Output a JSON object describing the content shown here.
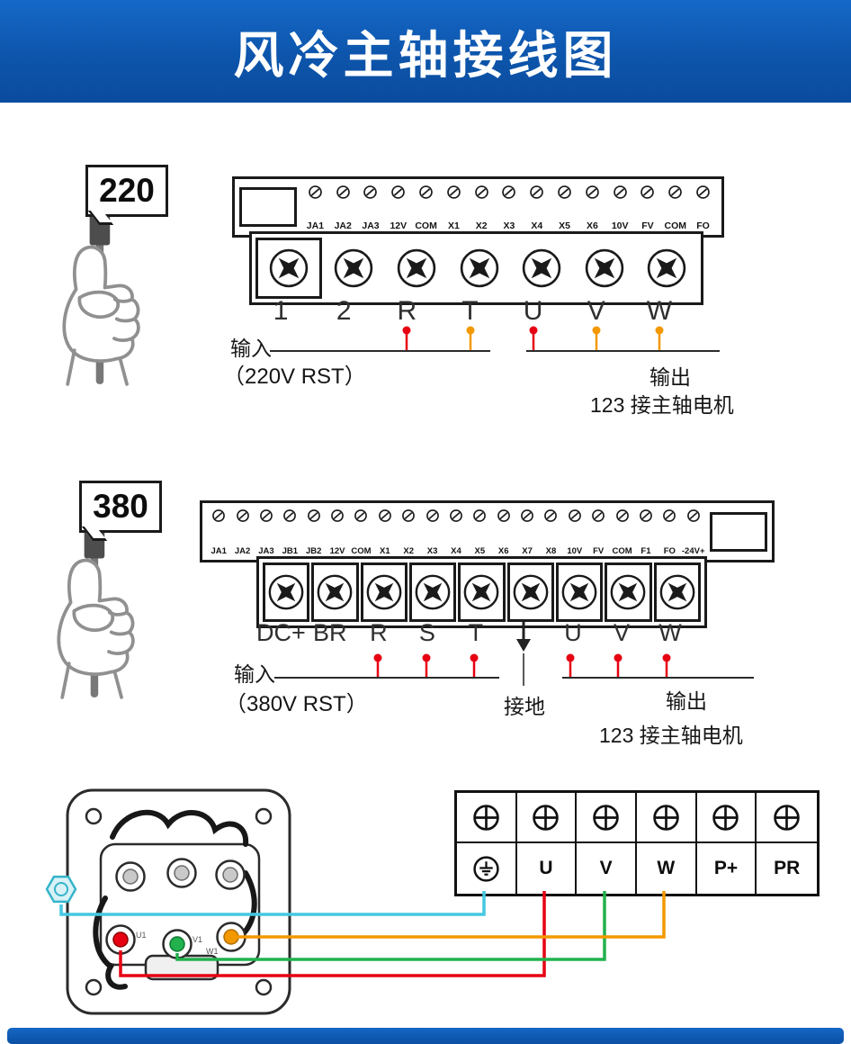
{
  "header": {
    "title": "风冷主轴接线图"
  },
  "section_220": {
    "badge": "220",
    "strip_labels": [
      "JA1",
      "JA2",
      "JA3",
      "12V",
      "COM",
      "X1",
      "X2",
      "X3",
      "X4",
      "X5",
      "X6",
      "10V",
      "FV",
      "COM",
      "FO"
    ],
    "terminal_labels": [
      "1",
      "2",
      "R",
      "T",
      "U",
      "V",
      "W"
    ],
    "input_title": "输入",
    "input_subtitle": "（220V RST）",
    "output_title": "输出",
    "output_subtitle": "123 接主轴电机"
  },
  "section_380": {
    "badge": "380",
    "strip_labels": [
      "JA1",
      "JA2",
      "JA3",
      "JB1",
      "JB2",
      "12V",
      "COM",
      "X1",
      "X2",
      "X3",
      "X4",
      "X5",
      "X6",
      "X7",
      "X8",
      "10V",
      "FV",
      "COM",
      "F1",
      "FO",
      "-24V+"
    ],
    "terminal_labels": [
      "DC+",
      "BR",
      "R",
      "S",
      "T",
      "",
      "U",
      "V",
      "W"
    ],
    "input_title": "输入",
    "input_subtitle": "（380V RST）",
    "ground_label": "接地",
    "output_title": "输出",
    "output_subtitle": "123 接主轴电机"
  },
  "motor_section": {
    "terminal_block_bottom_row": [
      "",
      "U",
      "V",
      "W",
      "P+",
      "PR"
    ],
    "motor_labels": {
      "u1": "U1",
      "v1": "V1",
      "w1": "W1"
    }
  },
  "colors": {
    "banner_blue": "#0d55ab",
    "wire_red": "#e60012",
    "wire_orange": "#f39800",
    "wire_green": "#22b14c",
    "wire_cyan": "#45c8e0"
  }
}
